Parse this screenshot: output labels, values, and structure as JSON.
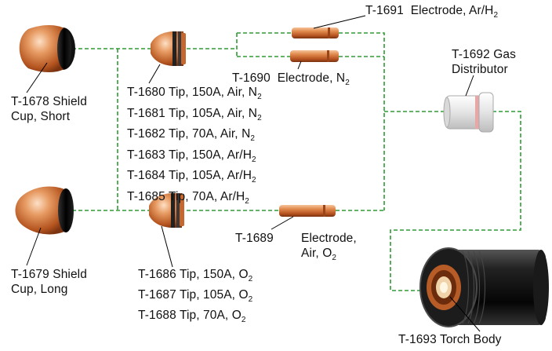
{
  "colors": {
    "connector": "#2e9b33",
    "copper": "#d2743a",
    "background": "#ffffff",
    "text": "#111111"
  },
  "parts": {
    "shield_cup_short": {
      "lines": [
        "T-1678  Shield",
        "Cup, Short"
      ]
    },
    "shield_cup_long": {
      "lines": [
        "T-1679  Shield",
        "Cup, Long"
      ]
    },
    "electrode_ar_h2": {
      "code": "T-1691",
      "name": "Electrode, Ar/H",
      "sub": "2"
    },
    "electrode_n2": {
      "code": "T-1690",
      "name": "Electrode, N",
      "sub": "2"
    },
    "electrode_air_o2": {
      "code": "T-1689",
      "lines": [
        "Electrode,",
        "Air, O"
      ],
      "sub": "2"
    },
    "gas_distributor": {
      "lines": [
        "T-1692  Gas",
        "Distributor"
      ]
    },
    "torch_body": {
      "label": "T-1693  Torch Body"
    }
  },
  "tips_group_1": [
    {
      "text": "T-1680  Tip, 150A, Air, N",
      "sub": "2"
    },
    {
      "text": "T-1681  Tip, 105A, Air, N",
      "sub": "2"
    },
    {
      "text": "T-1682  Tip, 70A, Air, N",
      "sub": "2"
    },
    {
      "text": "T-1683  Tip, 150A, Ar/H",
      "sub": "2"
    },
    {
      "text": "T-1684  Tip, 105A, Ar/H",
      "sub": "2"
    },
    {
      "text": "T-1685  Tip, 70A, Ar/H",
      "sub": "2"
    }
  ],
  "tips_group_2": [
    {
      "text": "T-1686  Tip, 150A, O",
      "sub": "2"
    },
    {
      "text": "T-1687  Tip, 105A, O",
      "sub": "2"
    },
    {
      "text": "T-1688  Tip, 70A, O",
      "sub": "2"
    }
  ]
}
